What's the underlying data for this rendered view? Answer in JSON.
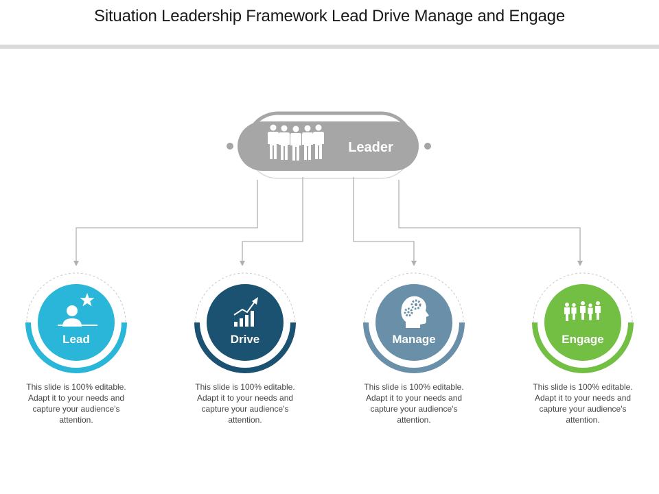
{
  "title": "Situation Leadership Framework Lead Drive Manage and Engage",
  "leader": {
    "label": "Leader",
    "icon": "people-group-icon",
    "color": "#a6a6a6"
  },
  "nodes": [
    {
      "label": "Lead",
      "icon": "person-star-icon",
      "color": "#29b6d8",
      "description": "This slide is 100% editable. Adapt it to your needs and capture your audience's attention."
    },
    {
      "label": "Drive",
      "icon": "growth-chart-icon",
      "color": "#1b5171",
      "description": "This slide is 100% editable. Adapt it to your needs and capture your audience's attention."
    },
    {
      "label": "Manage",
      "icon": "head-gears-icon",
      "color": "#6990a8",
      "description": "This slide is 100% editable. Adapt it to your needs and capture your audience's attention."
    },
    {
      "label": "Engage",
      "icon": "family-group-icon",
      "color": "#72bf44",
      "description": "This slide is 100% editable. Adapt it to your needs and capture your audience's attention."
    }
  ]
}
